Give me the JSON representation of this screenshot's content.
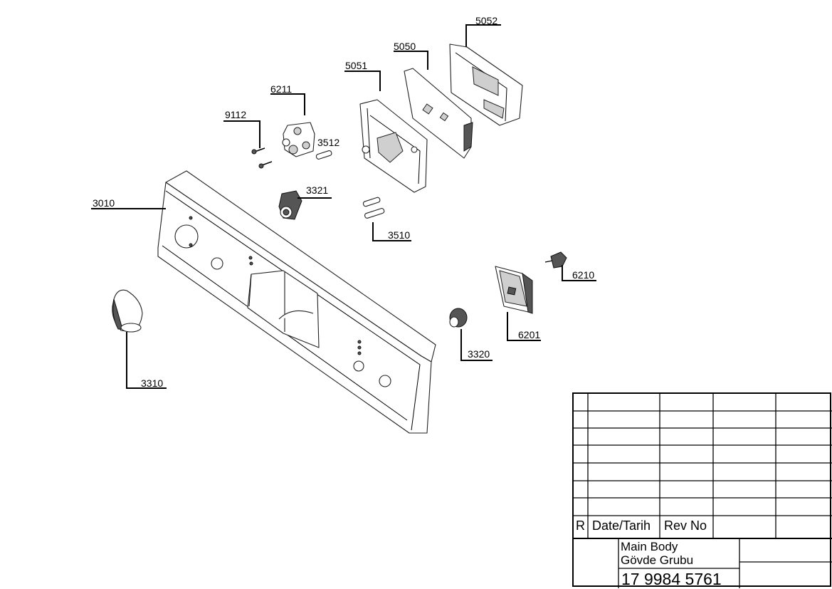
{
  "callouts": [
    {
      "id": "c5052",
      "label": "5052"
    },
    {
      "id": "c5050",
      "label": "5050"
    },
    {
      "id": "c5051",
      "label": "5051"
    },
    {
      "id": "c6211",
      "label": "6211"
    },
    {
      "id": "c9112",
      "label": "9112"
    },
    {
      "id": "c3512",
      "label": "3512"
    },
    {
      "id": "c3321",
      "label": "3321"
    },
    {
      "id": "c3010",
      "label": "3010"
    },
    {
      "id": "c3510",
      "label": "3510"
    },
    {
      "id": "c6210",
      "label": "6210"
    },
    {
      "id": "c6201",
      "label": "6201"
    },
    {
      "id": "c3320",
      "label": "3320"
    },
    {
      "id": "c3310",
      "label": "3310"
    }
  ],
  "title_block": {
    "rev_header": {
      "r": "R",
      "date": "Date/Tarih",
      "rev_no": "Rev No"
    },
    "title_line1": "Main Body",
    "title_line2": "Gövde Grubu",
    "drawing_number": "17 9984 5761"
  }
}
